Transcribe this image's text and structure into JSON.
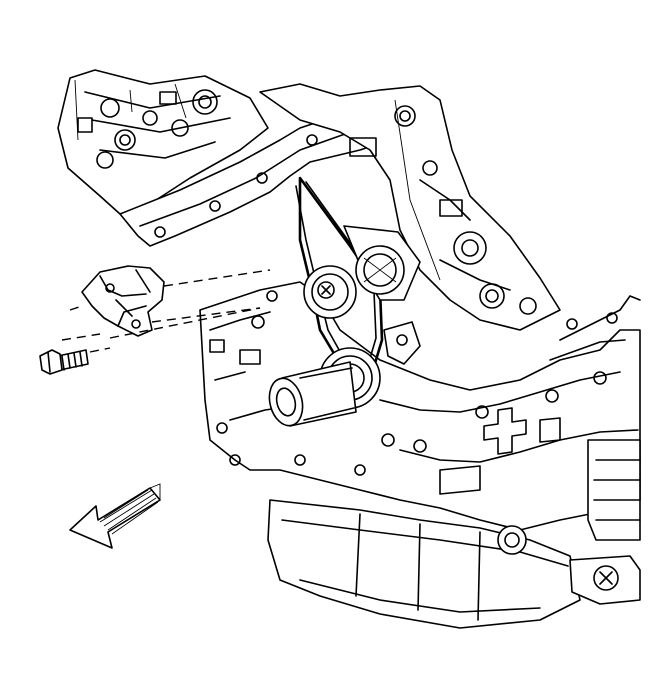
{
  "illustration": {
    "subject": "engine-front-timing-area",
    "colors": {
      "line": "#000000",
      "background": "#ffffff"
    },
    "callouts": [],
    "parts": [
      "engine-block",
      "timing-chain",
      "camshaft-sprocket",
      "crankshaft-sprocket",
      "crankshaft-nose",
      "chain-tensioner",
      "tensioner-bolt",
      "oil-pan",
      "oil-filter",
      "direction-arrow"
    ]
  }
}
